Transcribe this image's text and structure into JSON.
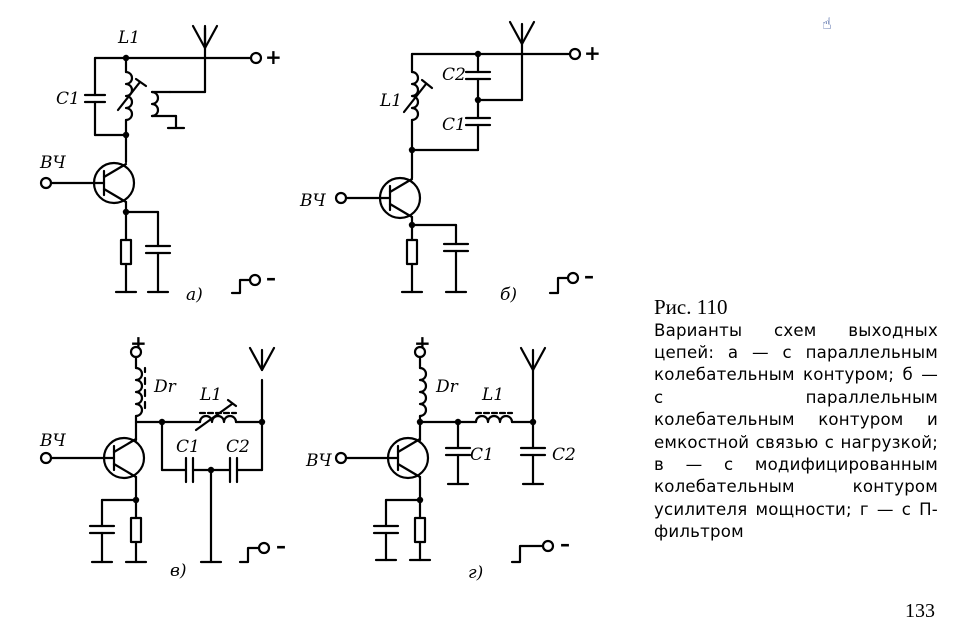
{
  "figure": {
    "number": "Рис. 110",
    "caption": "Варианты схем выходных цепей: а — с параллельным колебательным контуром; б — с параллельным колебательным контуром и емкостной связью с нагрузкой; в — с модифицированным колебательным контуром усилителя мощности; г — с П-фильтром"
  },
  "page_number": "133",
  "cursor_icon": "hand-cursor-icon",
  "diagrams": {
    "a": {
      "sub": "а)",
      "L": "L1",
      "C": "C1",
      "input": "ВЧ",
      "plus": "+",
      "minus": "–"
    },
    "b": {
      "sub": "б)",
      "L": "L1",
      "C1": "C1",
      "C2": "C2",
      "input": "ВЧ",
      "plus": "+",
      "minus": "–"
    },
    "v": {
      "sub": "в)",
      "L": "L1",
      "C1": "C1",
      "C2": "C2",
      "Dr": "Dr",
      "input": "ВЧ",
      "plus": "+",
      "minus": "–"
    },
    "g": {
      "sub": "г)",
      "L": "L1",
      "C1": "C1",
      "C2": "C2",
      "Dr": "Dr",
      "input": "ВЧ",
      "plus": "+",
      "minus": "–"
    }
  }
}
